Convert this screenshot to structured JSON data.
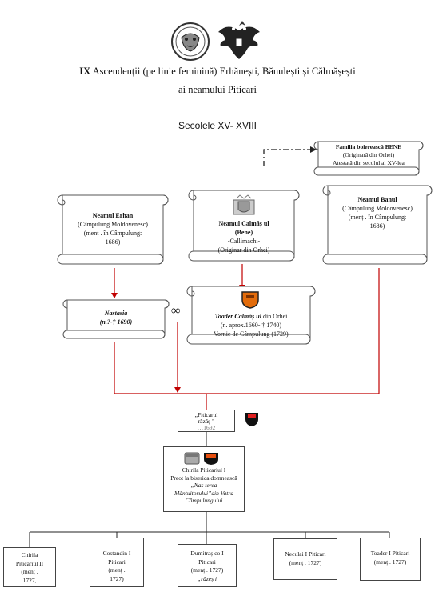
{
  "header": {
    "title_bold": "IX",
    "title_line1": " Ascendenții (pe linie feminină) Erhănești, Bănulești și Călmășești",
    "title_line2": "ai neamului Piticari",
    "subtitle": "Secolele XV- XVIII"
  },
  "nodes": {
    "erhan": {
      "name": "Neamul Erhan",
      "l1": "(Câmpulung Moldovenesc)",
      "l2": "(menț . în Câmpulung:",
      "l3": "1686)"
    },
    "calmas": {
      "name": "Neamul Calmăș ul",
      "name2": "(Bene)",
      "l1": "-Callimachi-",
      "l2": "(Originar din Orhei)"
    },
    "bene": {
      "name": "Familia boierească BENE",
      "l1": "(Originară din Orhei)",
      "l2": "Atestată din secolul al XV-lea"
    },
    "banul": {
      "name": "Neamul Banul",
      "l1": "(Câmpulung Moldovenesc)",
      "l2": "(menț . în Câmpulung:",
      "l3": "1686)"
    },
    "nastasia": {
      "name": "Nastasia",
      "l1": "(n.?-† 1690)"
    },
    "marriage": "∞",
    "toader_calmas": {
      "name": "Toader Calmăș ul",
      "suffix": " din Orhei",
      "l1": "(n. aprox.1660- † 1740)",
      "l2": "Vornic de Câmpulung (1729)"
    },
    "piticarul": {
      "l1": "„Piticarul",
      "l2": "răzăș ”",
      "l3": "…1692"
    },
    "chirila1": {
      "l1": "Chirila Piticariul I",
      "l2": "Preot la biserica domnească",
      "l3": "„Naș terea",
      "l4": "Mântuitorului”din Vatra",
      "l5": "Câmpulungului"
    }
  },
  "children": [
    {
      "l1": "Chirila",
      "l2": "Piticariul II",
      "l3": "(menț .",
      "l4": "1727,"
    },
    {
      "l1": "Costandin I",
      "l2": "Piticari",
      "l3": "(menț .",
      "l4": "1727)"
    },
    {
      "l1": "Dumitraș co I",
      "l2": "Piticari",
      "l3": "(menț . 1727)",
      "l4": "„răzeș i"
    },
    {
      "l1": "Neculai I Piticari",
      "l2": "(menț . 1727)"
    },
    {
      "l1": "Toader I Piticari",
      "l2": "(menț . 1727)"
    }
  ],
  "colors": {
    "red_line": "#c00000",
    "black_line": "#222222",
    "scroll_stroke": "#555555"
  }
}
